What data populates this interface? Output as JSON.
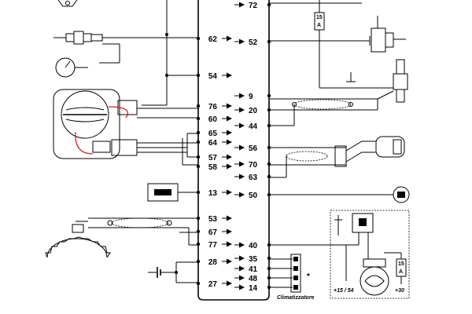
{
  "diagram": {
    "left_pins": [
      "62",
      "54",
      "76",
      "60",
      "65",
      "64",
      "57",
      "58",
      "13",
      "53",
      "67",
      "77",
      "28",
      "27"
    ],
    "right_pins": [
      "72",
      "52",
      "9",
      "20",
      "44",
      "56",
      "70",
      "63",
      "50",
      "40",
      "35",
      "41",
      "48",
      "14"
    ],
    "fuse_top": {
      "value": "15",
      "unit": "A"
    },
    "fuse_ac": {
      "value": "15",
      "unit": "A"
    },
    "supply_15_54": "+15 / 54",
    "supply_30": "+30",
    "climate_label": "Climatizzatore",
    "asterisk": "*"
  }
}
